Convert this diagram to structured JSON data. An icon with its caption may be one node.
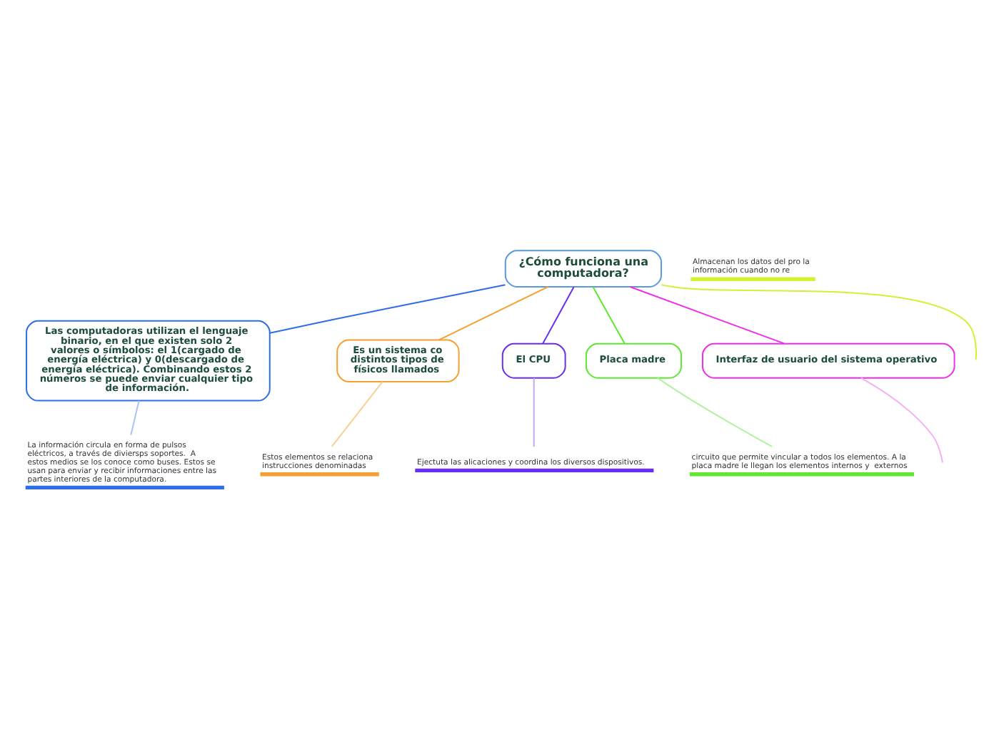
{
  "diagram": {
    "nodes": [
      {
        "text": [
          "¿Cómo funciona una computadora?"
        ]
      },
      {
        "text": [
          "Las computadoras utilizan el lenguaje binario, en el que existen solo 2 valores o símbolos: el 1(cargado de energía eléctrica) y 0(descargado de energía eléctrica). Combinando estos 2 números se puede enviar cualquier tipo de información."
        ]
      },
      {
        "text": [
          "La información circula en forma de pulsos eléctricos, a través de diviersps soportes.  A estos medios se los conoce como buses. Estos se usan para enviar y recibir informaciones entre las partes interiores de la computadora."
        ]
      },
      {
        "text": [
          "Es un sistema co distintos tipos de físicos llamados"
        ]
      },
      {
        "text": [
          "Estos elementos se relaciona instrucciones denominadas"
        ]
      },
      {
        "text": [
          "Almacenan los datos del pro la información cuando no re"
        ]
      },
      {
        "text": [
          "El CPU"
        ]
      },
      {
        "text": [
          "Ejectuta las alicaciones y coordina los diversos dispositivos."
        ]
      },
      {
        "text": [
          "Placa madre"
        ]
      },
      {
        "text": [
          "circuito que permite vincular a todos los elementos. A la placa madre le llegan los elementos internos y  externos"
        ]
      },
      {
        "text": [
          "Interfaz de usuario del sistema operativo"
        ]
      }
    ],
    "edges": [
      {
        "from": 0,
        "to": 1,
        "arrow": "none",
        "color": "#2f6ee8"
      },
      {
        "from": 1,
        "to": 2,
        "arrow": "none",
        "color": "#a9c4f0"
      },
      {
        "from": 0,
        "to": 3,
        "arrow": "none",
        "color": "#f5a030"
      },
      {
        "from": 3,
        "to": 4,
        "arrow": "none",
        "color": "#f8cf95"
      },
      {
        "from": 0,
        "to": null,
        "arrow": "none",
        "color": "#d4f030"
      },
      {
        "from": 0,
        "to": 6,
        "arrow": "none",
        "color": "#6a2ef0"
      },
      {
        "from": 6,
        "to": 7,
        "arrow": "none",
        "color": "#c3a8f5"
      },
      {
        "from": 0,
        "to": 8,
        "arrow": "none",
        "color": "#5ee830"
      },
      {
        "from": 8,
        "to": 9,
        "arrow": "none",
        "color": "#b0f2a0"
      },
      {
        "from": 0,
        "to": 10,
        "arrow": "none",
        "color": "#ee2ee8"
      },
      {
        "from": 10,
        "to": null,
        "arrow": "none",
        "color": "#f5b0f2"
      }
    ]
  }
}
